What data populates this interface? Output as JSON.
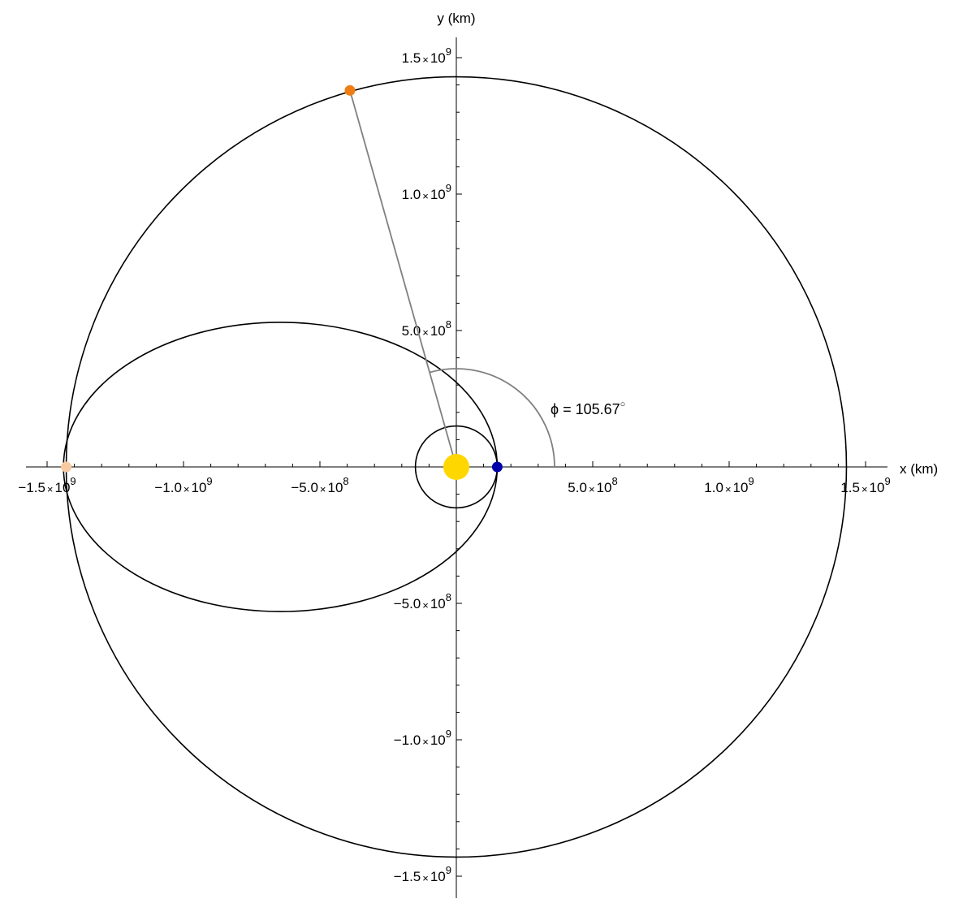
{
  "axes": {
    "x_label": "x (km)",
    "y_label": "y (km)",
    "x_range": [
      -1500000000.0,
      1500000000.0
    ],
    "y_range": [
      -1500000000.0,
      1500000000.0
    ],
    "x_ticks": [
      {
        "value": -1500000000.0,
        "mant": "−1.5",
        "exp": "9"
      },
      {
        "value": -1000000000.0,
        "mant": "−1.0",
        "exp": "9"
      },
      {
        "value": -500000000.0,
        "mant": "−5.0",
        "exp": "8"
      },
      {
        "value": 500000000.0,
        "mant": "5.0",
        "exp": "8"
      },
      {
        "value": 1000000000.0,
        "mant": "1.0",
        "exp": "9"
      },
      {
        "value": 1500000000.0,
        "mant": "1.5",
        "exp": "9"
      }
    ],
    "y_ticks": [
      {
        "value": 1500000000.0,
        "mant": "1.5",
        "exp": "9"
      },
      {
        "value": 1000000000.0,
        "mant": "1.0",
        "exp": "9"
      },
      {
        "value": 500000000.0,
        "mant": "5.0",
        "exp": "8"
      },
      {
        "value": -500000000.0,
        "mant": "−5.0",
        "exp": "8"
      },
      {
        "value": -1000000000.0,
        "mant": "−1.0",
        "exp": "9"
      },
      {
        "value": -1500000000.0,
        "mant": "−1.5",
        "exp": "9"
      }
    ],
    "times_sign": "×",
    "base": "10"
  },
  "orbits": [
    {
      "name": "inner-orbit",
      "cx": 0,
      "cy": 0,
      "rx": 150000000.0,
      "ry": 150000000.0
    },
    {
      "name": "transfer-orbit",
      "cx": -645000000.0,
      "cy": 0,
      "rx": 795000000.0,
      "ry": 530000000.0
    },
    {
      "name": "outer-orbit",
      "cx": 0,
      "cy": 0,
      "rx": 1430000000.0,
      "ry": 1430000000.0
    }
  ],
  "bodies": [
    {
      "name": "sun",
      "x": 0,
      "y": 0,
      "color": "#FFD700",
      "label": ""
    },
    {
      "name": "inner-planet",
      "x": 150000000.0,
      "y": 0,
      "color": "#0000AA",
      "label": ""
    },
    {
      "name": "outer-planet",
      "x": -390000000.0,
      "y": 1380000000.0,
      "color": "#F07D14",
      "label": ""
    },
    {
      "name": "outer-planet-arrival-faded",
      "x": -1430000000.0,
      "y": 0,
      "color": "#F9C9A0",
      "label": ""
    }
  ],
  "phase_angle": {
    "degrees": 105.67,
    "text": "ϕ = 105.67",
    "degree_symbol": "○",
    "arc_radius": 360000000.0,
    "line_color": "#808080"
  }
}
